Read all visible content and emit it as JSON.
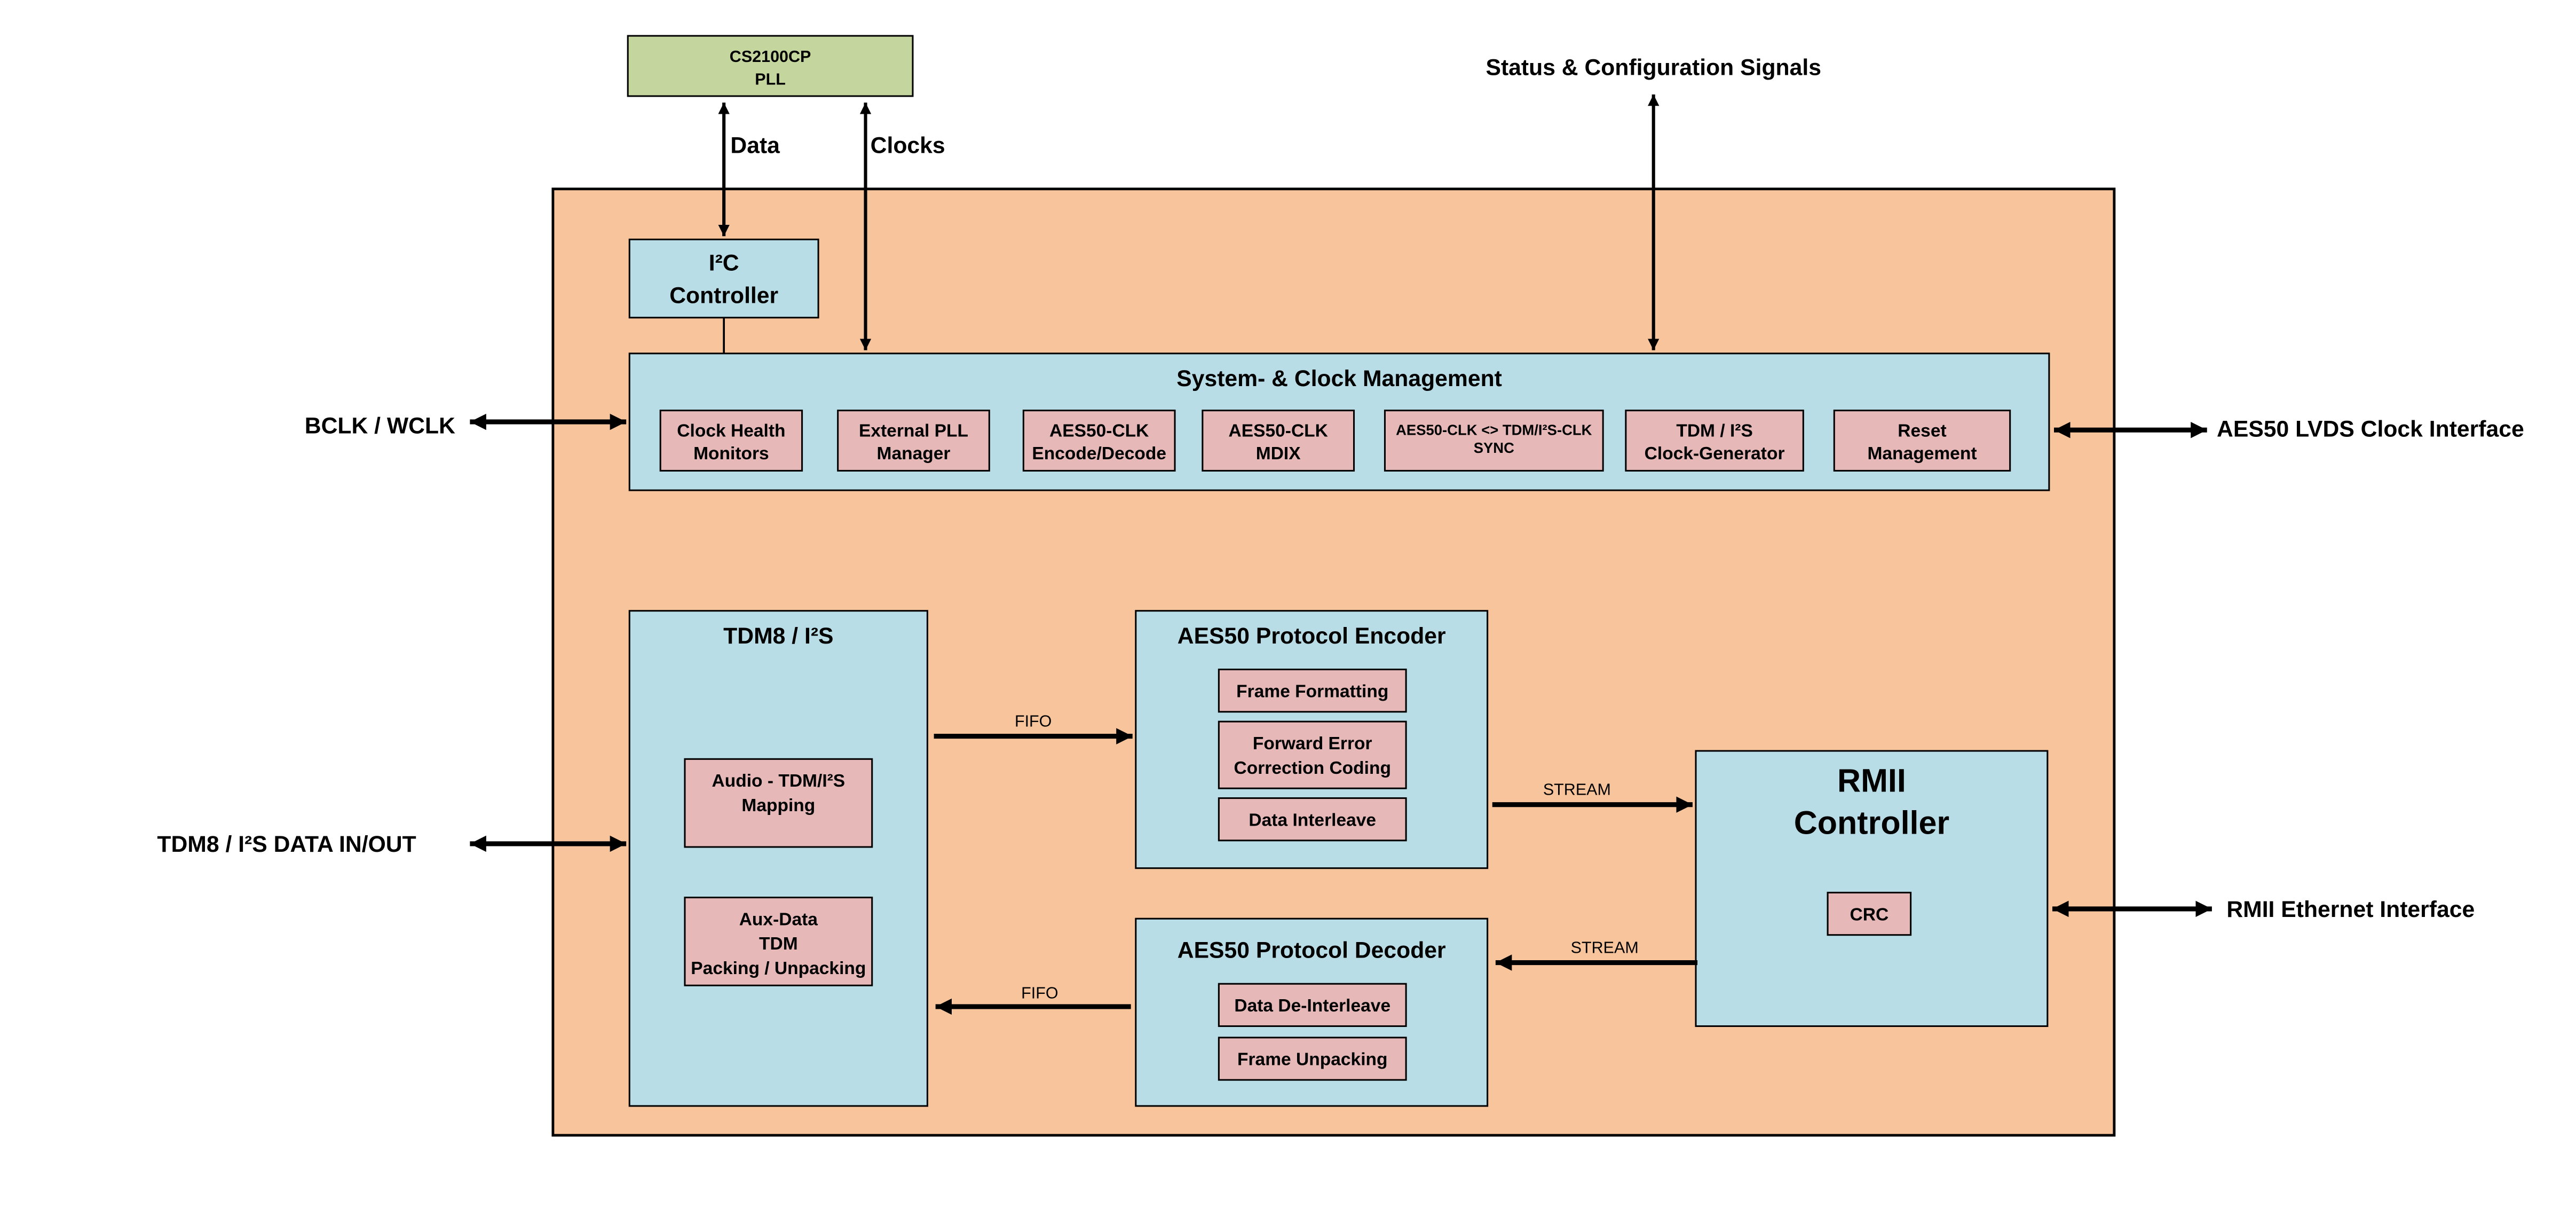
{
  "colors": {
    "outer_fill": "#F8C49B",
    "block_fill": "#B8DDE6",
    "sub_fill": "#E6B8B8",
    "pll_fill": "#C4D69E",
    "line": "#000000"
  },
  "pll": {
    "line1": "CS2100CP",
    "line2": "PLL"
  },
  "labels": {
    "data": "Data",
    "clocks": "Clocks",
    "status": "Status & Configuration Signals",
    "bclk": "BCLK / WCLK",
    "tdm_io": "TDM8 / I²S DATA IN/OUT",
    "aes50_lvds": "AES50 LVDS Clock Interface",
    "rmii_eth": "RMII Ethernet Interface",
    "fifo_top": "FIFO",
    "fifo_bottom": "FIFO",
    "stream_top": "STREAM",
    "stream_bottom": "STREAM"
  },
  "i2c": {
    "line1": "I²C",
    "line2": "Controller"
  },
  "sys_clock": {
    "title": "System- & Clock Management",
    "items": [
      {
        "l1": "Clock Health",
        "l2": "Monitors"
      },
      {
        "l1": "External PLL",
        "l2": "Manager"
      },
      {
        "l1": "AES50-CLK",
        "l2": "Encode/Decode"
      },
      {
        "l1": "AES50-CLK",
        "l2": "MDIX"
      },
      {
        "l1": "AES50-CLK <> TDM/I²S-CLK",
        "l2": "SYNC"
      },
      {
        "l1": "TDM / I²S",
        "l2": "Clock-Generator"
      },
      {
        "l1": "Reset",
        "l2": "Management"
      }
    ]
  },
  "tdm": {
    "title": "TDM8 / I²S",
    "mapping": {
      "l1": "Audio - TDM/I²S",
      "l2": "Mapping"
    },
    "aux": {
      "l1": "Aux-Data",
      "l2": "TDM",
      "l3": "Packing / Unpacking"
    }
  },
  "encoder": {
    "title": "AES50 Protocol Encoder",
    "frame_formatting": "Frame Formatting",
    "fec": {
      "l1": "Forward Error",
      "l2": "Correction Coding"
    },
    "interleave": "Data Interleave"
  },
  "decoder": {
    "title": "AES50 Protocol Decoder",
    "deinterleave": "Data De-Interleave",
    "unpacking": "Frame Unpacking"
  },
  "rmii": {
    "line1": "RMII",
    "line2": "Controller",
    "crc": "CRC"
  }
}
